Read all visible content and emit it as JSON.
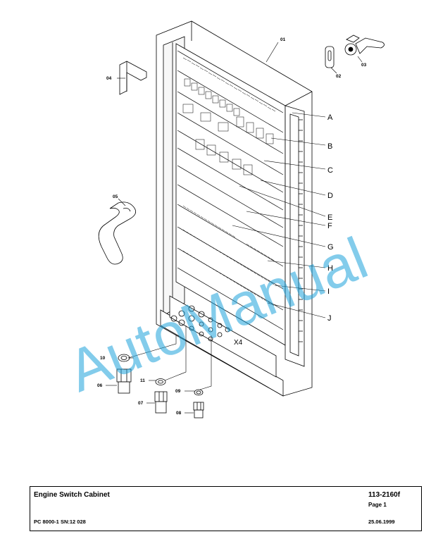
{
  "diagram": {
    "part_callouts": [
      "01",
      "02",
      "03",
      "04",
      "05",
      "06",
      "07",
      "08",
      "09",
      "10",
      "11"
    ],
    "section_letters": [
      "A",
      "B",
      "C",
      "D",
      "E",
      "F",
      "G",
      "H",
      "I",
      "J"
    ],
    "terminal_label": "X4"
  },
  "watermark": {
    "text": "AutoManual",
    "color": "#1fa3dc"
  },
  "title_block": {
    "title": "Engine Switch Cabinet",
    "doc_number": "113-2160f",
    "page": "Page 1",
    "model": "PC 8000-1 SN:12 028",
    "date": "25.06.1999"
  }
}
